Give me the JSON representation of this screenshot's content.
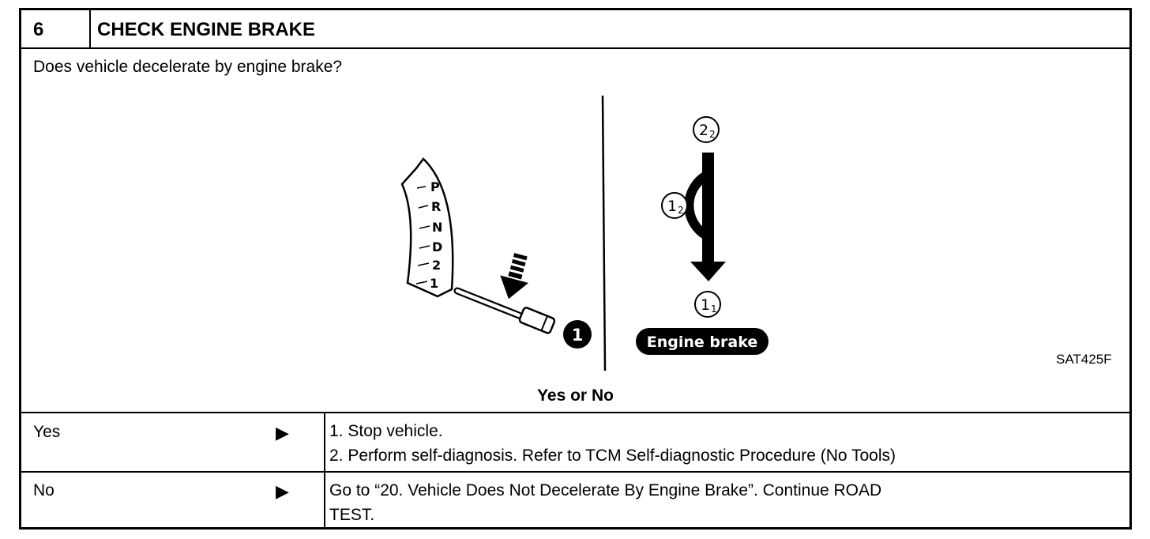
{
  "step": {
    "number": "6",
    "title": "CHECK ENGINE BRAKE"
  },
  "question": "Does vehicle decelerate by engine brake?",
  "figure": {
    "code": "SAT425F",
    "gear_positions": [
      "P",
      "R",
      "N",
      "D",
      "2",
      "1"
    ],
    "callout_1": "1",
    "gear_2_2": {
      "main": "2",
      "sub": "2"
    },
    "gear_1_2": {
      "main": "1",
      "sub": "2"
    },
    "gear_1_1": {
      "main": "1",
      "sub": "1"
    },
    "badge": "Engine brake"
  },
  "decision_label": "Yes or No",
  "rows": [
    {
      "label": "Yes",
      "arrow": "▶",
      "lines": [
        "1.  Stop vehicle.",
        "2.  Perform self-diagnosis. Refer to TCM Self-diagnostic Procedure (No Tools)"
      ]
    },
    {
      "label": "No",
      "arrow": "▶",
      "lines": [
        "Go to “20. Vehicle Does Not Decelerate By Engine Brake”. Continue ROAD",
        "TEST."
      ]
    }
  ]
}
